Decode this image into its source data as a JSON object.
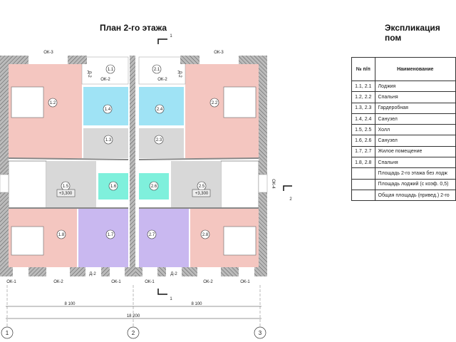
{
  "plan": {
    "title": "План 2-го этажа",
    "section_mark": "1",
    "section_mark_side": "2",
    "rooms_left": [
      "1.1",
      "1.2",
      "1.3",
      "1.4",
      "1.5",
      "1.6",
      "1.7",
      "1.8"
    ],
    "rooms_right": [
      "2.1",
      "2.2",
      "2.3",
      "2.4",
      "2.5",
      "2.6",
      "2.7",
      "2.8"
    ],
    "level_mark": "+3,300",
    "windows": {
      "ok1": "ОК-1",
      "ok2": "ОК-2",
      "ok3": "ОК-3",
      "ok4": "ОК-4"
    },
    "doors": {
      "d2": "Д-2"
    },
    "dims": {
      "half": "8 100",
      "total": "18 200"
    },
    "axes": [
      "1",
      "2",
      "3"
    ],
    "colors": {
      "bedroom": "#f4c6c0",
      "bath": "#9fe3f5",
      "wc": "#7ff0dc",
      "hall": "#d8d8d8",
      "living": "#c9b8f0",
      "wall": "#999999"
    }
  },
  "explication": {
    "title": "Экспликация пом",
    "headers": {
      "num": "№ п/п",
      "name": "Наименование"
    },
    "rows": [
      {
        "num": "1.1, 2.1",
        "name": "Лоджия"
      },
      {
        "num": "1.2, 2.2",
        "name": "Спальня"
      },
      {
        "num": "1.3, 2.3",
        "name": "Гардеробная"
      },
      {
        "num": "1.4, 2.4",
        "name": "Санузел"
      },
      {
        "num": "1.5, 2.5",
        "name": "Холл"
      },
      {
        "num": "1.6, 2.6",
        "name": "Санузел"
      },
      {
        "num": "1.7, 2.7",
        "name": "Жилое помещение"
      },
      {
        "num": "1.8, 2.8",
        "name": "Спальня"
      },
      {
        "num": "",
        "name": "Площадь 2-го этажа без лодж"
      },
      {
        "num": "",
        "name": "Площадь лоджий (с коэф. 0,5)"
      },
      {
        "num": "",
        "name": "Общая площадь (привед.) 2-го"
      }
    ]
  }
}
